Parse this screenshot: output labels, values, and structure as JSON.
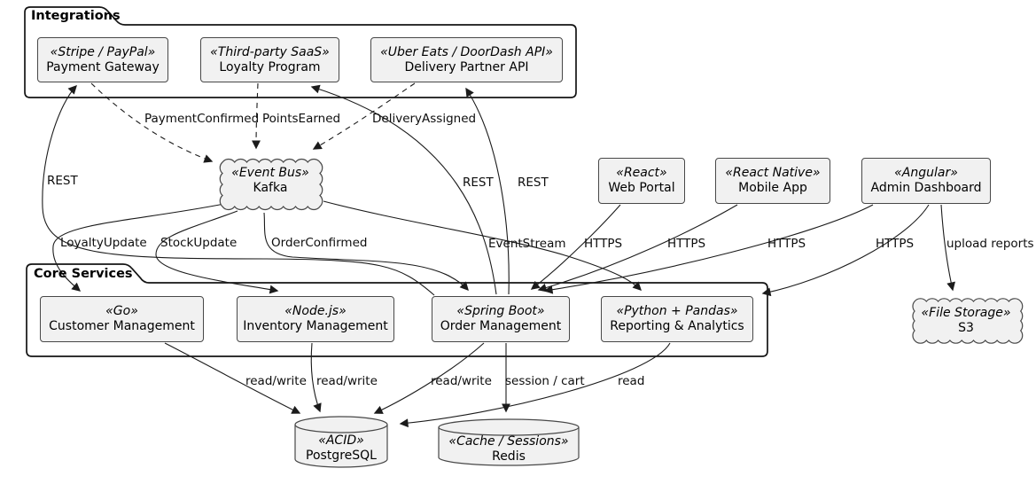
{
  "diagram": {
    "frames": [
      {
        "id": "integrations",
        "title": "Integrations"
      },
      {
        "id": "core-services",
        "title": "Core Services"
      }
    ],
    "components": [
      {
        "id": "payment-gateway",
        "stereotype": "«Stripe / PayPal»",
        "name": "Payment Gateway",
        "shape": "component"
      },
      {
        "id": "loyalty-program",
        "stereotype": "«Third-party SaaS»",
        "name": "Loyalty Program",
        "shape": "component"
      },
      {
        "id": "delivery-partner-api",
        "stereotype": "«Uber Eats / DoorDash API»",
        "name": "Delivery Partner API",
        "shape": "component"
      },
      {
        "id": "kafka",
        "stereotype": "«Event Bus»",
        "name": "Kafka",
        "shape": "cloud"
      },
      {
        "id": "web-portal",
        "stereotype": "«React»",
        "name": "Web Portal",
        "shape": "component"
      },
      {
        "id": "mobile-app",
        "stereotype": "«React Native»",
        "name": "Mobile App",
        "shape": "component"
      },
      {
        "id": "admin-dashboard",
        "stereotype": "«Angular»",
        "name": "Admin Dashboard",
        "shape": "component"
      },
      {
        "id": "s3",
        "stereotype": "«File Storage»",
        "name": "S3",
        "shape": "cloud"
      },
      {
        "id": "customer-management",
        "stereotype": "«Go»",
        "name": "Customer Management",
        "shape": "component"
      },
      {
        "id": "inventory-management",
        "stereotype": "«Node.js»",
        "name": "Inventory Management",
        "shape": "component"
      },
      {
        "id": "order-management",
        "stereotype": "«Spring Boot»",
        "name": "Order Management",
        "shape": "component"
      },
      {
        "id": "reporting-analytics",
        "stereotype": "«Python + Pandas»",
        "name": "Reporting & Analytics",
        "shape": "component"
      },
      {
        "id": "postgresql",
        "stereotype": "«ACID»",
        "name": "PostgreSQL",
        "shape": "database"
      },
      {
        "id": "redis",
        "stereotype": "«Cache / Sessions»",
        "name": "Redis",
        "shape": "database"
      }
    ],
    "edges": [
      {
        "from": "payment-gateway",
        "to": "kafka",
        "label": "PaymentConfirmed",
        "style": "dashed"
      },
      {
        "from": "loyalty-program",
        "to": "kafka",
        "label": "PointsEarned",
        "style": "dashed"
      },
      {
        "from": "delivery-partner-api",
        "to": "kafka",
        "label": "DeliveryAssigned",
        "style": "dashed"
      },
      {
        "from": "kafka",
        "to": "customer-management",
        "label": "LoyaltyUpdate",
        "style": "solid"
      },
      {
        "from": "kafka",
        "to": "inventory-management",
        "label": "StockUpdate",
        "style": "solid"
      },
      {
        "from": "kafka",
        "to": "order-management",
        "label": "OrderConfirmed",
        "style": "solid"
      },
      {
        "from": "kafka",
        "to": "reporting-analytics",
        "label": "EventStream",
        "style": "solid"
      },
      {
        "from": "order-management",
        "to": "payment-gateway",
        "label": "REST",
        "style": "solid"
      },
      {
        "from": "order-management",
        "to": "loyalty-program",
        "label": "REST",
        "style": "solid"
      },
      {
        "from": "order-management",
        "to": "delivery-partner-api",
        "label": "REST",
        "style": "solid"
      },
      {
        "from": "web-portal",
        "to": "order-management",
        "label": "HTTPS",
        "style": "solid"
      },
      {
        "from": "mobile-app",
        "to": "order-management",
        "label": "HTTPS",
        "style": "solid"
      },
      {
        "from": "admin-dashboard",
        "to": "order-management",
        "label": "HTTPS",
        "style": "solid"
      },
      {
        "from": "admin-dashboard",
        "to": "reporting-analytics",
        "label": "HTTPS",
        "style": "solid"
      },
      {
        "from": "admin-dashboard",
        "to": "s3",
        "label": "upload reports",
        "style": "solid"
      },
      {
        "from": "customer-management",
        "to": "postgresql",
        "label": "read/write",
        "style": "solid"
      },
      {
        "from": "inventory-management",
        "to": "postgresql",
        "label": "read/write",
        "style": "solid"
      },
      {
        "from": "order-management",
        "to": "postgresql",
        "label": "read/write",
        "style": "solid"
      },
      {
        "from": "order-management",
        "to": "redis",
        "label": "session / cart",
        "style": "solid"
      },
      {
        "from": "reporting-analytics",
        "to": "postgresql",
        "label": "read",
        "style": "solid"
      }
    ],
    "colors": {
      "node_fill": "#f1f1f1",
      "node_border": "#484848",
      "edge": "#1b1b1b",
      "frame_border": "#141414",
      "text": "#000000",
      "background": "#ffffff"
    }
  }
}
